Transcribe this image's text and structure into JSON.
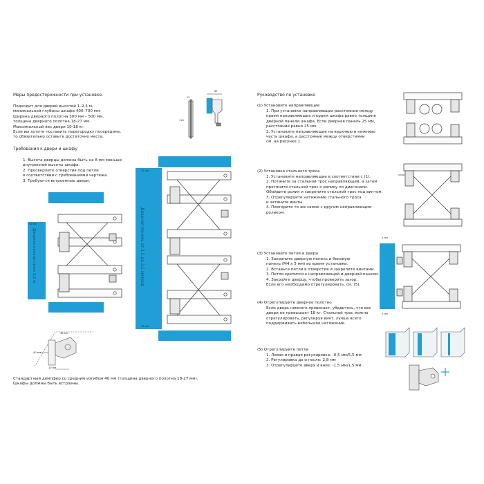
{
  "left": {
    "precautions_title": "Меры предосторожности при установке.",
    "precautions_body": "Подходит для дверей высотой 1–2,5 м,\nминимальной глубины шкафа 400–700 мм.\nШирина дверного полотна 300 мм – 500 мм,\nтолщина дверного полотна 18-27 мм.\nМаксимальный вес двери 10-18 кг.\nЕсли вы хотите поставить перегородку посередине,\nто обязательно оставьте достаточно места.",
    "requirements_title": "Требования к двери и шкафу",
    "requirements_body": "1. Высота дверцы должна быть на 8 мм меньше\nвнутренней высоты шкафа.\n2. Просверлите отверстия под петли\nв соответствии с требованиями чертежа.\n3. Требуются встроенные двери.",
    "panel_label_small": "Дверная панель ниже 1,5 м",
    "panel_label_large": "Дверная панель от 1,5 до 2,5 метров",
    "damper_note": "Стандартный демпфер со средним изгибом 40 мм (толщина дверного полотна 18-27 мм).\nШкафы должны быть встроены.",
    "dims": {
      "d1": "15",
      "d2": "65",
      "d3": "114",
      "d4": "46 мм",
      "d5": "40 мм",
      "d6": "10 мм",
      "d7": "41 мм",
      "d8": "46 мм",
      "d9": "45 мм"
    }
  },
  "right": {
    "guide_title": "Руководство по установке",
    "s1_title": "(1) Установите направляющие",
    "s1_body": "1. При установке направляющих расстояние между\nкраем направляющих и краем шкафа равно толщине\nдверной панели шкафа. Если дверная панель 25 мм,\nрасстояние равно 25 мм.\n2. Установите направляющие на верхнюю и нижнюю\nчасть шкафа, а расстояние между отверстиями\nсм. на рисунке 1.",
    "s2_title": "(2) Установка стального троса",
    "s2_body": "1. Установите направляющие в соответствии с (1).\n2. Потяните за стальной трос направляющей, а затем\nпротяните стальной трос к ролику по диагонали.\nОбойдите ролик и закрепите стальной трос под винтом.\n3. Отрегулируйте натяжение стального троса\nи затяните винты.\n4. Повторите то же самое с другим направляющим\nроликом.",
    "s3_title": "(3) Установите петли и двери",
    "s3_body": "1. Закрепите дверную панель и боковую\nпанель (М4 х 5 мм) во время установки.\n2. Вставьте петли в отверстия и закрепите винтами.\n3. Петля крепится к направляющей и дверной панели.\n4. Закройте дверцу, чтобы проверить зазор.\nЕсли его необходимо отрегулировать, см. (5).",
    "s4_title": "(4) Отрегулируйте дверное полотно",
    "s4_body": "Если дверь немного провисает, убедитесь, что вес\nдвери не превышает 18 кг. Стальной трос можно\nотрегулировать, регулируя винт, лучше всего\nподдерживать небольшое натяжение.",
    "s5_title": "(5) Отрегулируйте петли",
    "s5_body": "1. Левая и правая регулировка: -0,5 мм/5,5 мм\n2. Регулировка до и после: 2,8 мм\n3. Отрегулируйте вверх и вниз: -1,5 мм/1,5 мм",
    "dims": {
      "gap_top": "3 мм",
      "gap_bottom": "3 мм"
    }
  },
  "colors": {
    "door_blue": "#1f9fd6",
    "line_dark": "#333333"
  }
}
